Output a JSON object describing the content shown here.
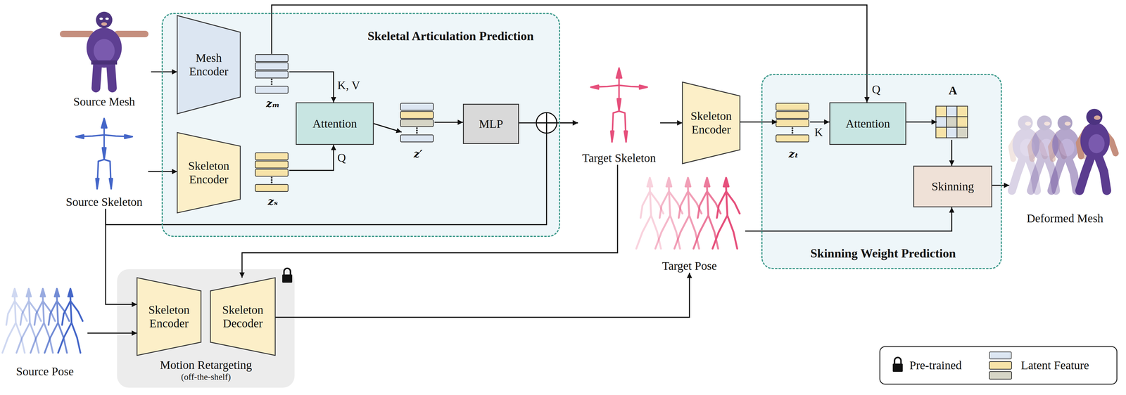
{
  "diagram": {
    "nodes": [
      {
        "text": [
          "Source Mesh"
        ]
      },
      {
        "text": [
          "Skeletal Articulation Prediction"
        ]
      },
      {
        "text": [
          "Mesh Encoder"
        ],
        "in": 1
      },
      {
        "text": [
          "zₘ"
        ],
        "in": 1
      },
      {
        "text": [
          "Attention"
        ],
        "in": 1
      },
      {
        "text": [
          "z′"
        ],
        "in": 1
      },
      {
        "text": [
          "MLP"
        ],
        "in": 1
      },
      {
        "text": [
          "Skeleton Encoder"
        ],
        "in": 1
      },
      {
        "text": [
          "zₛ"
        ],
        "in": 1
      },
      {
        "text": [
          "Source Skeleton"
        ]
      },
      {
        "text": [
          "Target Skeleton"
        ]
      },
      {
        "text": [
          "Skeleton Encoder"
        ]
      },
      {
        "text": [
          "Skinning Weight Prediction"
        ]
      },
      {
        "text": [
          "zₜ"
        ],
        "in": 12
      },
      {
        "text": [
          "Attention"
        ],
        "in": 12
      },
      {
        "text": [
          "A"
        ],
        "in": 12
      },
      {
        "text": [
          "Skinning"
        ],
        "in": 12
      },
      {
        "text": [
          "Deformed Mesh"
        ]
      },
      {
        "text": [
          "Target Pose"
        ]
      },
      {
        "text": [
          "Source Pose"
        ]
      },
      {
        "text": [
          "Motion Retargeting",
          "(off-the-shelf)"
        ]
      },
      {
        "text": [
          "Skeleton Encoder"
        ],
        "in": 20
      },
      {
        "text": [
          "Skeleton Decoder"
        ],
        "in": 20
      }
    ],
    "edges": [
      {
        "from": 0,
        "to": 2,
        "arrow": "to"
      },
      {
        "from": 3,
        "to": 4,
        "arrow": "to",
        "label": "K, V"
      },
      {
        "from": 8,
        "to": 4,
        "arrow": "to",
        "label": "Q"
      },
      {
        "from": 4,
        "to": 5,
        "arrow": "to"
      },
      {
        "from": 5,
        "to": 6,
        "arrow": "to"
      },
      {
        "from": 6,
        "to": 10,
        "arrow": "to"
      },
      {
        "from": 9,
        "to": 7,
        "arrow": "to"
      },
      {
        "from": 9,
        "to": 10,
        "arrow": "to"
      },
      {
        "from": 3,
        "to": 14,
        "arrow": "to",
        "label": "Q"
      },
      {
        "from": 10,
        "to": 11,
        "arrow": "to"
      },
      {
        "from": 11,
        "to": 13,
        "arrow": "to"
      },
      {
        "from": 13,
        "to": 14,
        "arrow": "to",
        "label": "K"
      },
      {
        "from": 14,
        "to": 15,
        "arrow": "to"
      },
      {
        "from": 15,
        "to": 16,
        "arrow": "to"
      },
      {
        "from": 16,
        "to": 17,
        "arrow": "to"
      },
      {
        "from": 18,
        "to": 16,
        "arrow": "to"
      },
      {
        "from": 9,
        "to": 21,
        "arrow": "to"
      },
      {
        "from": 19,
        "to": 21,
        "arrow": "to"
      },
      {
        "from": 10,
        "to": 22,
        "arrow": "to"
      },
      {
        "from": 22,
        "to": 18,
        "arrow": "to"
      }
    ],
    "legend": [
      {
        "text": "Pre-trained"
      },
      {
        "text": "Latent Feature",
        "color": "#dce6f2"
      }
    ]
  }
}
